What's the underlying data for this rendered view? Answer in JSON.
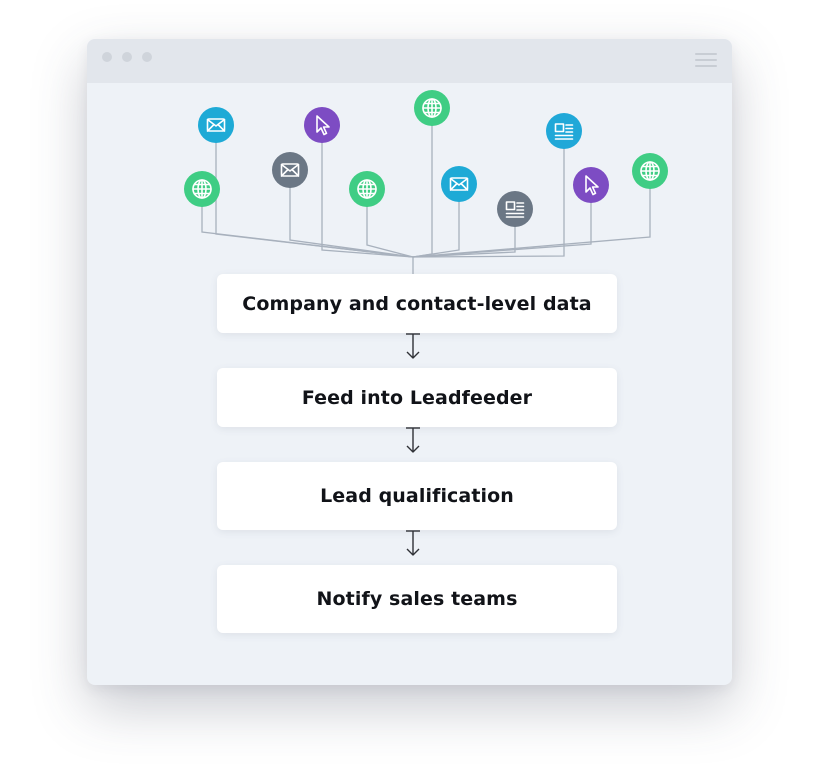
{
  "window": {
    "background": "#eef2f7",
    "titlebar_color": "#e2e6ec"
  },
  "icons": [
    {
      "type": "mail-icon",
      "color": "#1eaad6"
    },
    {
      "type": "cursor-icon",
      "color": "#7d4cc3"
    },
    {
      "type": "globe-icon",
      "color": "#3fcd84"
    },
    {
      "type": "newspaper-icon",
      "color": "#20a8d8"
    },
    {
      "type": "globe-icon",
      "color": "#3fcd84"
    },
    {
      "type": "mail-icon",
      "color": "#6b7785"
    },
    {
      "type": "globe-icon",
      "color": "#3fcd84"
    },
    {
      "type": "mail-icon",
      "color": "#1eaad6"
    },
    {
      "type": "newspaper-icon",
      "color": "#6b7785"
    },
    {
      "type": "cursor-icon",
      "color": "#7d4cc3"
    },
    {
      "type": "globe-icon",
      "color": "#3fcd84"
    }
  ],
  "steps": [
    {
      "label": "Company and contact-level data"
    },
    {
      "label": "Feed into Leadfeeder"
    },
    {
      "label": "Lead qualification"
    },
    {
      "label": "Notify sales teams"
    }
  ],
  "colors": {
    "connector_lines": "#a8b1bd",
    "arrows": "#2f3136",
    "step_text": "#111318"
  }
}
